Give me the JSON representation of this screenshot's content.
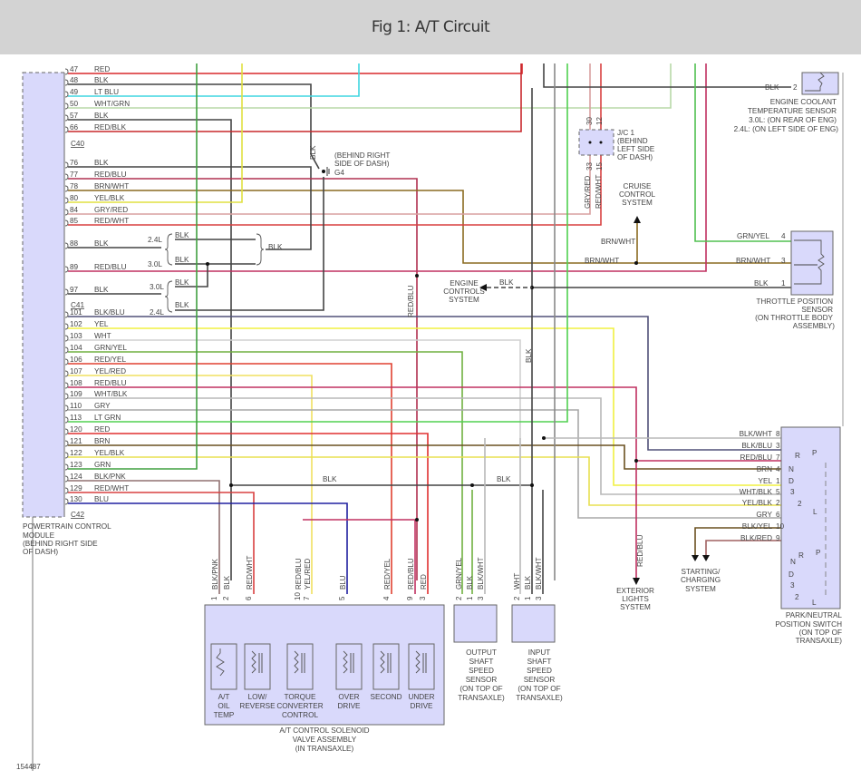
{
  "header": {
    "title": "Fig 1: A/T Circuit"
  },
  "figure_id": "154487",
  "pcm": {
    "label_lines": [
      "POWERTRAIN CONTROL",
      "MODULE",
      "(BEHIND RIGHT SIDE",
      "OF DASH)"
    ],
    "connectors": [
      "C40",
      "C41",
      "C42"
    ],
    "pins": [
      {
        "pin": "47",
        "wire": "RED",
        "color": "#d8282c"
      },
      {
        "pin": "48",
        "wire": "BLK",
        "color": "#444444"
      },
      {
        "pin": "49",
        "wire": "LT BLU",
        "color": "#3fd6e0"
      },
      {
        "pin": "50",
        "wire": "WHT/GRN",
        "color": "#b8d8a8"
      },
      {
        "pin": "57",
        "wire": "BLK",
        "color": "#444444"
      },
      {
        "pin": "66",
        "wire": "RED/BLK",
        "color": "#c8282c"
      },
      {
        "pin": "76",
        "wire": "BLK",
        "color": "#444444"
      },
      {
        "pin": "77",
        "wire": "RED/BLU",
        "color": "#b03050"
      },
      {
        "pin": "78",
        "wire": "BRN/WHT",
        "color": "#8a6a20"
      },
      {
        "pin": "80",
        "wire": "YEL/BLK",
        "color": "#e0e040"
      },
      {
        "pin": "84",
        "wire": "GRY/RED",
        "color": "#d8a0a0"
      },
      {
        "pin": "85",
        "wire": "RED/WHT",
        "color": "#d84040"
      },
      {
        "pin": "88",
        "wire": "BLK",
        "color": "#444444"
      },
      {
        "pin": "89",
        "wire": "RED/BLU",
        "color": "#c03060"
      },
      {
        "pin": "97",
        "wire": "BLK",
        "color": "#444444"
      },
      {
        "pin": "101",
        "wire": "BLK/BLU",
        "color": "#505078"
      },
      {
        "pin": "102",
        "wire": "YEL",
        "color": "#f0f040"
      },
      {
        "pin": "103",
        "wire": "WHT",
        "color": "#d0d0d0"
      },
      {
        "pin": "104",
        "wire": "GRN/YEL",
        "color": "#70b040"
      },
      {
        "pin": "106",
        "wire": "RED/YEL",
        "color": "#e04030"
      },
      {
        "pin": "107",
        "wire": "YEL/RED",
        "color": "#f0e060"
      },
      {
        "pin": "108",
        "wire": "RED/BLU",
        "color": "#c03060"
      },
      {
        "pin": "109",
        "wire": "WHT/BLK",
        "color": "#b8b8b8"
      },
      {
        "pin": "110",
        "wire": "GRY",
        "color": "#a8a8a8"
      },
      {
        "pin": "113",
        "wire": "LT GRN",
        "color": "#50d050"
      },
      {
        "pin": "120",
        "wire": "RED",
        "color": "#e03030"
      },
      {
        "pin": "121",
        "wire": "BRN",
        "color": "#6a5020"
      },
      {
        "pin": "122",
        "wire": "YEL/BLK",
        "color": "#e8e050"
      },
      {
        "pin": "123",
        "wire": "GRN",
        "color": "#40a040"
      },
      {
        "pin": "124",
        "wire": "BLK/PNK",
        "color": "#907070"
      },
      {
        "pin": "129",
        "wire": "RED/WHT",
        "color": "#d84040"
      },
      {
        "pin": "130",
        "wire": "BLU",
        "color": "#2020a0"
      }
    ]
  },
  "ground": {
    "label_lines": [
      "(BEHIND RIGHT",
      "SIDE OF DASH)"
    ],
    "id": "G4",
    "wire": "BLK"
  },
  "engine_variants": {
    "v24": "2.4L",
    "v30": "3.0L",
    "blk": "BLK"
  },
  "junction": {
    "label_lines": [
      "J/C 1",
      "(BEHIND",
      "LEFT SIDE",
      "OF DASH)"
    ],
    "pins_top": [
      "30",
      "12"
    ],
    "pins_bottom": [
      "33",
      "15"
    ],
    "wires": [
      "GRY/RED",
      "RED/WHT"
    ]
  },
  "coolant_sensor": {
    "label_lines": [
      "ENGINE COOLANT",
      "TEMPERATURE SENSOR",
      "3.0L: (ON REAR OF ENG)",
      "2.4L: (ON LEFT SIDE OF ENG)"
    ],
    "pin": "2",
    "wire": "BLK"
  },
  "cruise": {
    "label_lines": [
      "CRUISE",
      "CONTROL",
      "SYSTEM"
    ],
    "wire": "BRN/WHT"
  },
  "engine_controls": {
    "label_lines": [
      "ENGINE",
      "CONTROLS",
      "SYSTEM"
    ],
    "wire": "BLK"
  },
  "tps": {
    "label_lines": [
      "THROTTLE POSITION",
      "SENSOR",
      "(ON THROTTLE BODY",
      "ASSEMBLY)"
    ],
    "pins": [
      {
        "pin": "4",
        "wire": "GRN/YEL"
      },
      {
        "pin": "3",
        "wire": "BRN/WHT"
      },
      {
        "pin": "1",
        "wire": "BLK"
      }
    ]
  },
  "park_neutral": {
    "label_lines": [
      "PARK/NEUTRAL",
      "POSITION SWITCH",
      "(ON TOP OF",
      "TRANSAXLE)"
    ],
    "pins": [
      {
        "pin": "8",
        "wire": "BLK/WHT"
      },
      {
        "pin": "3",
        "wire": "BLK/BLU"
      },
      {
        "pin": "7",
        "wire": "RED/BLU"
      },
      {
        "pin": "4",
        "wire": "BRN"
      },
      {
        "pin": "1",
        "wire": "YEL"
      },
      {
        "pin": "5",
        "wire": "WHT/BLK"
      },
      {
        "pin": "2",
        "wire": "YEL/BLK"
      },
      {
        "pin": "6",
        "wire": "GRY"
      },
      {
        "pin": "10",
        "wire": "BLK/YEL"
      },
      {
        "pin": "9",
        "wire": "BLK/RED"
      }
    ],
    "positions": [
      "R",
      "P",
      "N",
      "D",
      "3",
      "2",
      "L"
    ]
  },
  "exterior_lights": {
    "label_lines": [
      "EXTERIOR",
      "LIGHTS",
      "SYSTEM"
    ],
    "wire": "RED/BLU"
  },
  "starting": {
    "label_lines": [
      "STARTING/",
      "CHARGING",
      "SYSTEM"
    ]
  },
  "solenoid_assembly": {
    "label_lines": [
      "A/T CONTROL SOLENOID",
      "VALVE ASSEMBLY",
      "(IN TRANSAXLE)"
    ],
    "pins": [
      {
        "pin": "1",
        "wire": "BLK/PNK"
      },
      {
        "pin": "2",
        "wire": "BLK"
      },
      {
        "pin": "6",
        "wire": "RED/WHT"
      },
      {
        "pin": "10",
        "wire": "RED/BLU"
      },
      {
        "pin": "7",
        "wire": "YEL/RED"
      },
      {
        "pin": "5",
        "wire": "BLU"
      },
      {
        "pin": "4",
        "wire": "RED/YEL"
      },
      {
        "pin": "9",
        "wire": "RED/BLU"
      },
      {
        "pin": "3",
        "wire": "RED"
      }
    ],
    "components": [
      {
        "name": [
          "A/T",
          "OIL",
          "TEMP"
        ]
      },
      {
        "name": [
          "LOW/",
          "REVERSE"
        ]
      },
      {
        "name": [
          "TORQUE",
          "CONVERTER",
          "CONTROL"
        ]
      },
      {
        "name": [
          "OVER",
          "DRIVE"
        ]
      },
      {
        "name": [
          "SECOND"
        ]
      },
      {
        "name": [
          "UNDER",
          "DRIVE"
        ]
      }
    ]
  },
  "output_sensor": {
    "label_lines": [
      "OUTPUT",
      "SHAFT",
      "SPEED",
      "SENSOR",
      "(ON TOP OF",
      "TRANSAXLE)"
    ],
    "pins": [
      {
        "pin": "2",
        "wire": "GRN/YEL"
      },
      {
        "pin": "1",
        "wire": "BLK"
      },
      {
        "pin": "3",
        "wire": "BLK/WHT"
      }
    ]
  },
  "input_sensor": {
    "label_lines": [
      "INPUT",
      "SHAFT",
      "SPEED",
      "SENSOR",
      "(ON TOP OF",
      "TRANSAXLE)"
    ],
    "pins": [
      {
        "pin": "2",
        "wire": "WHT"
      },
      {
        "pin": "1",
        "wire": "BLK"
      },
      {
        "pin": "3",
        "wire": "BLK/WHT"
      }
    ]
  },
  "misc_labels": {
    "blk": "BLK",
    "red_blu": "RED/BLU",
    "brn_wht": "BRN/WHT"
  }
}
